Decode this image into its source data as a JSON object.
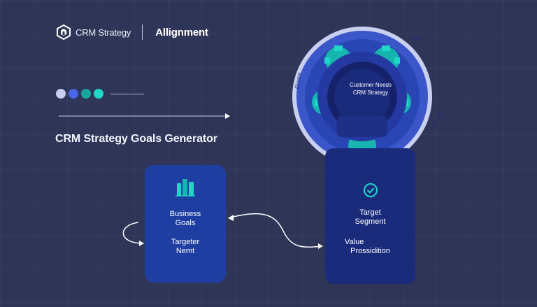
{
  "header": {
    "brand_name": "CRM Strategy",
    "section_name": "Allignment"
  },
  "title": "CRM Strategy Goals Generator",
  "step_dots": [
    {
      "color": "#c9cdf0"
    },
    {
      "color": "#4a66e8"
    },
    {
      "color": "#16a6a0"
    },
    {
      "color": "#1fd6c8"
    }
  ],
  "wheel": {
    "center_line1": "Customer Needs",
    "center_line2": "CRM Strategy",
    "ring_labels": {
      "top": "Type",
      "left": "Eloome",
      "right": "Driv neo"
    }
  },
  "left_card": {
    "line1": "Business",
    "line2": "Goals",
    "line3": "Targeter",
    "line4": "Nemt"
  },
  "right_card": {
    "line1": "Target",
    "line2": "Segment",
    "line3": "Value",
    "line4": "Prossidition"
  },
  "colors": {
    "background": "#2f3557",
    "accent_teal": "#1fd6c8",
    "card_left": "#1f3ea2",
    "card_right": "#1a2b7c"
  }
}
